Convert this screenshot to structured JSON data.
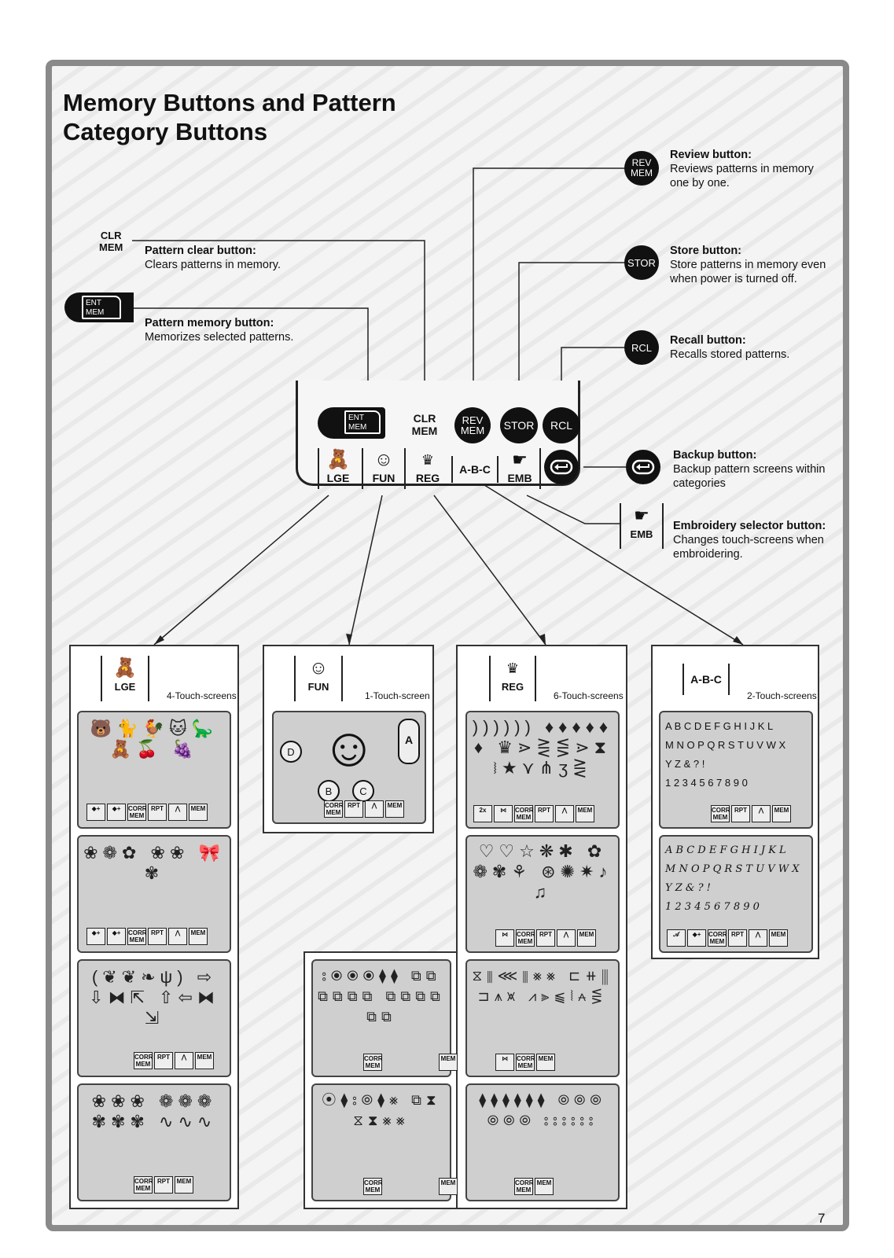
{
  "title": {
    "line1": "Memory Buttons and Pattern",
    "line2": "Category Buttons"
  },
  "clr_label": {
    "line1": "CLR",
    "line2": "MEM"
  },
  "ent_label": {
    "line1": "ENT",
    "line2": "MEM"
  },
  "descriptions": {
    "clear": {
      "head": "Pattern clear button:",
      "body": "Clears patterns in memory."
    },
    "memory": {
      "head": "Pattern memory button:",
      "body": "Memorizes selected patterns."
    },
    "review": {
      "head": "Review button:",
      "body": "Reviews patterns in memory one by one."
    },
    "store": {
      "head": "Store button:",
      "body": "Store patterns in memory even when power is turned off."
    },
    "recall": {
      "head": "Recall button:",
      "body": "Recalls stored patterns."
    },
    "backup": {
      "head": "Backup button:",
      "body": "Backup pattern screens within categories"
    },
    "embroidery": {
      "head": "Embroidery selector button:",
      "body": "Changes touch-screens when embroidering."
    }
  },
  "buttons": {
    "rev": {
      "line1": "REV",
      "line2": "MEM"
    },
    "stor": "STOR",
    "rcl": "RCL",
    "clr": {
      "line1": "CLR",
      "line2": "MEM"
    },
    "ent": {
      "line1": "ENT",
      "line2": "MEM"
    }
  },
  "categories": {
    "lge": "LGE",
    "fun": "FUN",
    "reg": "REG",
    "abc": "A-B-C",
    "emb": "EMB"
  },
  "screen_counts": {
    "lge": "4-Touch-screens",
    "fun": "1-Touch-screen",
    "reg": "6-Touch-screens",
    "abc": "2-Touch-screens"
  },
  "lcd_labels": {
    "corr": "CORR MEM",
    "rpt": "RPT",
    "mem": "MEM",
    "fun_a": "A",
    "fun_b": "B",
    "fun_c": "C",
    "fun_d": "D",
    "abc1_rows": [
      "A B C D E F G H I J K L",
      "M N O P Q R S T U V W X",
      "Y Z & ? !",
      "1 2 3 4 5 6 7 8 9 0"
    ],
    "abc2_rows": [
      "A B C D E F G H I J K L",
      "M N O P Q R S T U V W X",
      "Y Z & ? !",
      "1 2 3 4 5 6 7 8 9 0"
    ],
    "reg_2x": "2x"
  },
  "page_number": "7",
  "icons": {
    "bear": "bear-icon",
    "boy": "boy-face-icon",
    "crown": "crown-icon",
    "hand": "embroidery-hand-icon",
    "backup": "backup-arrow-icon"
  }
}
